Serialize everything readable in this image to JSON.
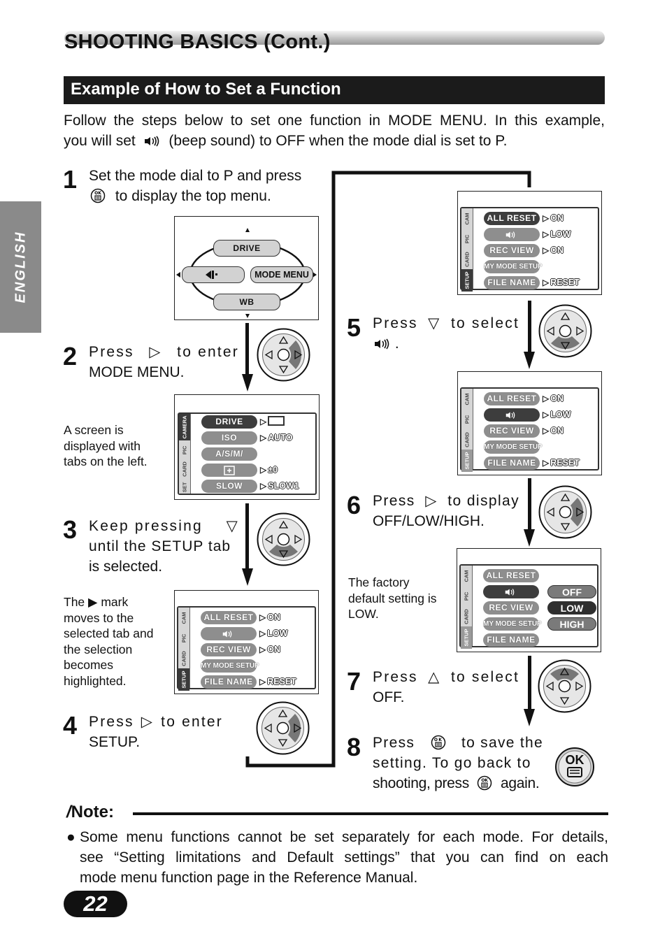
{
  "header": {
    "title": "SHOOTING BASICS (Cont.)",
    "section_title": "Example of How to Set a Function"
  },
  "side_tab": "ENGLISH",
  "intro": {
    "line1": "Follow the steps below to set one function in MODE MENU. In this example,",
    "line2_pre": "you will set",
    "line2_post": "(beep sound) to OFF when the mode dial is set to P."
  },
  "steps": [
    {
      "number": "1",
      "line1": "Set the mode dial to P and press",
      "line2": "to display the top menu."
    },
    {
      "number": "2",
      "line1_pre": "Press",
      "line1_post": "to enter",
      "line2": "MODE MENU."
    },
    {
      "number": "3",
      "line1": "Keep pressing",
      "line2": "until the SETUP tab",
      "line3": "is selected."
    },
    {
      "number": "4",
      "line1_pre": "Press",
      "line1_post": "to enter",
      "line2": "SETUP."
    },
    {
      "number": "5",
      "line1_pre": "Press",
      "line1_post": "to select",
      "line2": "."
    },
    {
      "number": "6",
      "line1_pre": "Press",
      "line1_post": "to display",
      "line2": "OFF/LOW/HIGH."
    },
    {
      "number": "7",
      "line1_pre": "Press",
      "line1_post": "to select",
      "line2": "OFF."
    },
    {
      "number": "8",
      "line1_pre": "Press",
      "line1_post": "to save the",
      "line2": "setting. To go back to",
      "line3_pre": "shooting, press",
      "line3_post": "again."
    }
  ],
  "captions": {
    "tabs_left": [
      "A screen is",
      "displayed with",
      "tabs on the left."
    ],
    "mark_moves": [
      "The ▶ mark",
      "moves to the",
      "selected tab and",
      "the selection",
      "becomes",
      "highlighted."
    ],
    "factory": [
      "The factory",
      "default setting is",
      "LOW."
    ]
  },
  "top_menu": {
    "up": "DRIVE",
    "down": "WB",
    "right": "MODE MENU",
    "left_icon": "exposure-comp-icon"
  },
  "camera_menu": {
    "tabs": [
      "CAMERA",
      "PIC",
      "CARD",
      "SET"
    ],
    "items": [
      "DRIVE",
      "ISO",
      "A/S/M/",
      "",
      "SLOW"
    ],
    "values": [
      "",
      "AUTO",
      "",
      "±0",
      "SLOW1"
    ]
  },
  "setup_menu": {
    "tabs": [
      "CAM",
      "PIC",
      "CARD",
      "SETUP"
    ],
    "items": [
      "ALL RESET",
      "",
      "REC VIEW",
      "MY MODE SETUP",
      "FILE NAME"
    ],
    "values": [
      "ON",
      "LOW",
      "ON",
      "",
      "RESET"
    ]
  },
  "options": [
    "OFF",
    "LOW",
    "HIGH"
  ],
  "ok_button": "OK",
  "note": {
    "heading": "Note:",
    "line1": "Some menu functions cannot be set separately for each mode. For details,",
    "line2": "see “Setting limitations and Default settings” that you can find on each",
    "line3": "mode menu function page in the Reference Manual."
  },
  "page_number": "22",
  "colors": {
    "dark": "#1b1b1b",
    "tab_gray": "#8a8a8a",
    "highlight": "#3d3d3d"
  }
}
